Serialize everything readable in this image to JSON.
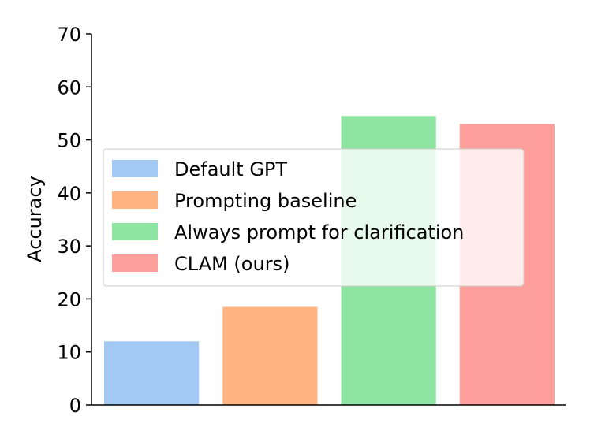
{
  "chart_data": {
    "type": "bar",
    "title": "",
    "xlabel": "",
    "ylabel": "Accuracy",
    "ylim": [
      0,
      70
    ],
    "yticks": [
      0,
      10,
      20,
      30,
      40,
      50,
      60,
      70
    ],
    "categories": [
      "Default GPT",
      "Prompting baseline",
      "Always prompt for clarification",
      "CLAM (ours)"
    ],
    "values": [
      12.0,
      18.5,
      54.5,
      53.0
    ],
    "colors": [
      "#a1c9f4",
      "#ffb482",
      "#8de5a1",
      "#ff9f9b"
    ],
    "grid": false,
    "legend": {
      "placement": "center-left",
      "entries": [
        "Default GPT",
        "Prompting baseline",
        "Always prompt for clarification",
        "CLAM (ours)"
      ]
    }
  }
}
